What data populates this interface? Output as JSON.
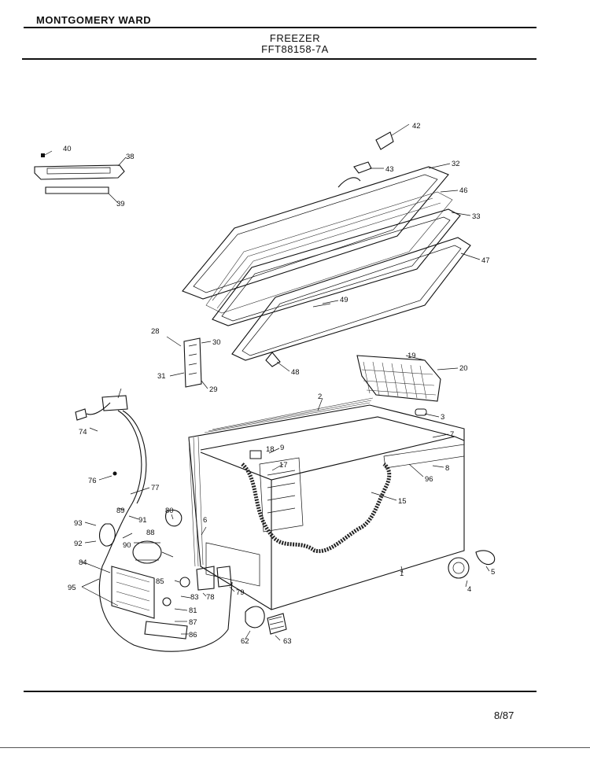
{
  "header": {
    "brand": "MONTGOMERY WARD",
    "title": "FREEZER",
    "model": "FFT88158-7A"
  },
  "footer": {
    "date": "8/87"
  },
  "callouts": [
    "1",
    "2",
    "3",
    "4",
    "5",
    "6",
    "7",
    "8",
    "9",
    "15",
    "17",
    "18",
    "19",
    "20",
    "28",
    "29",
    "30",
    "31",
    "32",
    "33",
    "38",
    "39",
    "40",
    "42",
    "43",
    "46",
    "47",
    "48",
    "49",
    "62",
    "63",
    "74",
    "76",
    "77",
    "78",
    "79",
    "80",
    "81",
    "83",
    "84",
    "85",
    "86",
    "87",
    "88",
    "89",
    "90",
    "91",
    "92",
    "93",
    "95",
    "96"
  ]
}
